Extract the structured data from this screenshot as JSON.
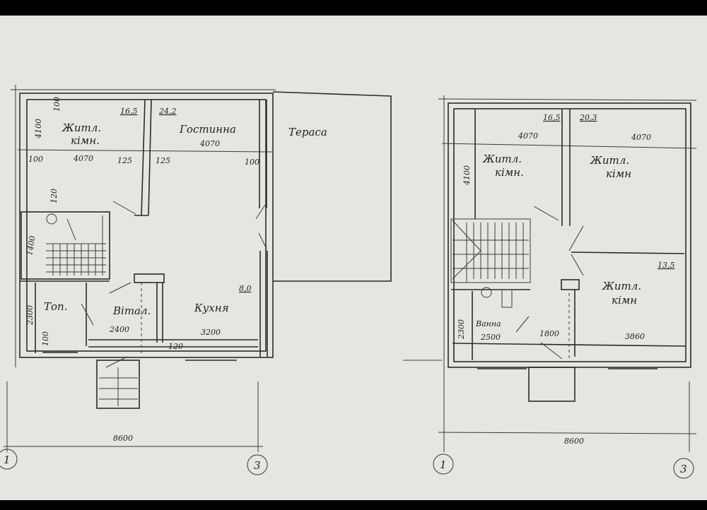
{
  "plan_left": {
    "rooms": {
      "bedroom": {
        "line1": "Житл.",
        "line2": "кімн.",
        "area": "16,5"
      },
      "living": {
        "label": "Гостинна",
        "area": "24,2",
        "width": "4070"
      },
      "terrace": {
        "label": "Тераса"
      },
      "boiler": {
        "label": "Топ."
      },
      "hall": {
        "label": "Вітал."
      },
      "kitchen": {
        "label": "Кухня",
        "area": "8,0"
      }
    },
    "dims": {
      "d4100": "4100",
      "d100a": "100",
      "d100b": "100",
      "d4070": "4070",
      "d125a": "125",
      "d125b": "125",
      "d100c": "100",
      "d120a": "120",
      "d1400": "1400",
      "d2300": "2300",
      "d2400": "2400",
      "d3200": "3200",
      "d120b": "120",
      "d100d": "100",
      "total": "8600"
    },
    "axes": {
      "a1": "1",
      "a3": "3"
    }
  },
  "plan_right": {
    "rooms": {
      "bedroom1": {
        "line1": "Житл.",
        "line2": "кімн.",
        "area": "16,5",
        "width": "4070"
      },
      "bedroom2": {
        "line1": "Житл.",
        "line2": "кімн",
        "area": "20,3",
        "width": "4070"
      },
      "bedroom3": {
        "line1": "Житл.",
        "line2": "кімн",
        "area": "13,5",
        "width": "3860"
      },
      "bathroom": {
        "label": "Ванна",
        "width": "2500"
      }
    },
    "dims": {
      "d4100": "4100",
      "d2300": "2300",
      "d1800": "1800",
      "total": "8600"
    },
    "axes": {
      "a1": "1",
      "a3": "3"
    }
  }
}
